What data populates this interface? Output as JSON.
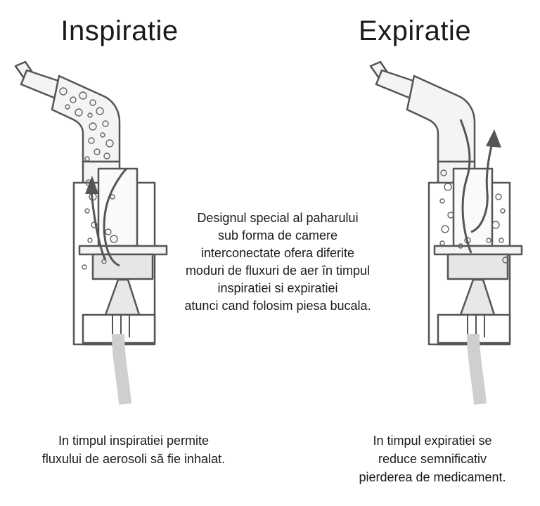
{
  "left_panel": {
    "title": "Inspiratie",
    "caption": [
      "In timpul inspiratiei permite",
      "fluxului de aerosoli să fie inhalat."
    ]
  },
  "right_panel": {
    "title": "Expiratie",
    "caption": [
      "In timpul expiratiei se",
      "reduce semnificativ",
      "pierderea de medicament."
    ]
  },
  "center_text": [
    "Designul special al paharului",
    "sub forma de camere",
    "interconectate ofera diferite",
    "moduri de fluxuri de aer în timpul",
    "inspiratiei si expiratiei",
    "atunci cand folosim piesa bucala."
  ],
  "colors": {
    "stroke": "#555555",
    "fill": "#f2f2f2",
    "arrow": "#555555",
    "tube": "#cfcfcf"
  },
  "icons": [
    "nebulizer-inspiration-icon",
    "nebulizer-expiration-icon",
    "airflow-arrow-icon"
  ]
}
